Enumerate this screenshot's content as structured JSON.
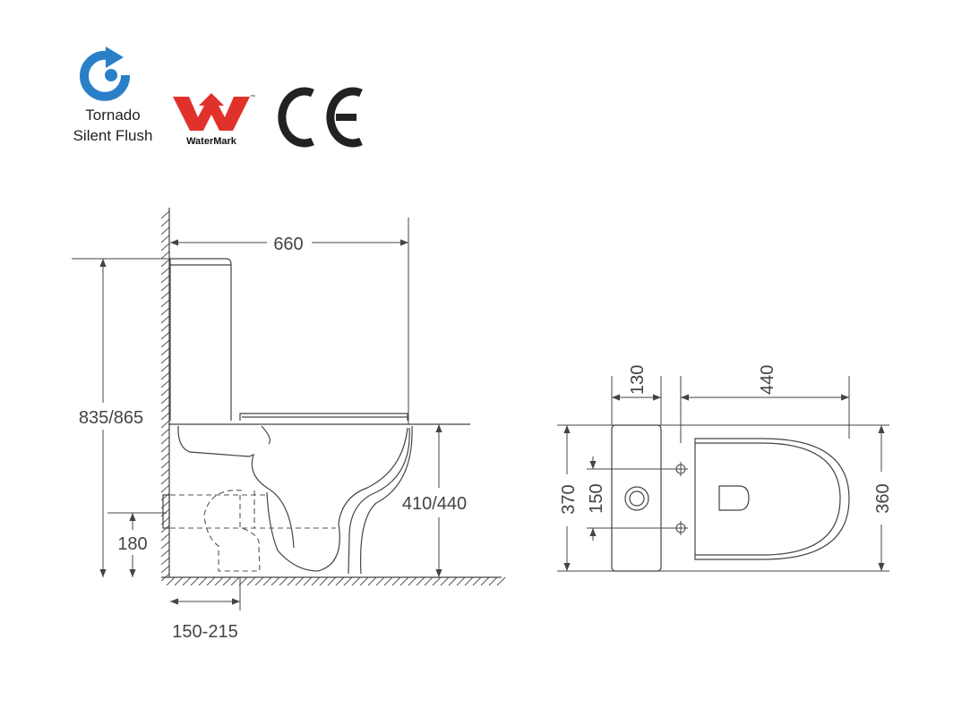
{
  "logos": {
    "tornado_line1": "Tornado",
    "tornado_line2": "Silent Flush",
    "watermark": "WaterMark",
    "watermark_tm": "™",
    "ce": "CE"
  },
  "side_view": {
    "depth": "660",
    "height": "835/865",
    "inlet_height": "180",
    "seat_height": "410/440",
    "rough_in": "150-215"
  },
  "top_view": {
    "tank_depth": "130",
    "bowl_length": "440",
    "overall_width": "370",
    "bolt_spacing": "150",
    "bowl_width": "360"
  },
  "colors": {
    "tornado_blue": "#2a7fc9",
    "watermark_red": "#e0322b",
    "line": "#444444"
  }
}
